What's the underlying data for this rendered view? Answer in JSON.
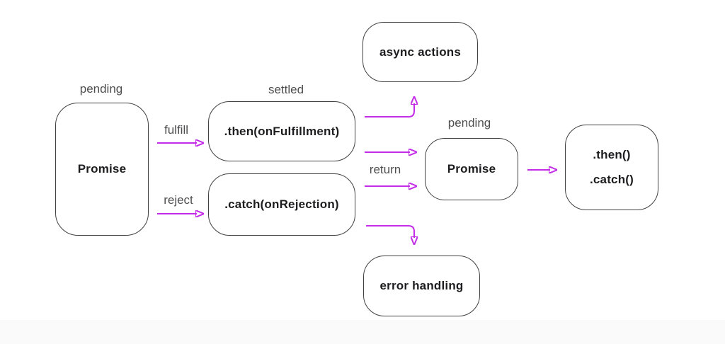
{
  "colors": {
    "arrow": "#c32de8",
    "border": "#414141",
    "box_text": "#1d1d1f",
    "annotation_text": "#4e4e50",
    "background": "#ffffff"
  },
  "nodes": {
    "promise1": {
      "label": "Promise"
    },
    "then_fulfillment": {
      "label": ".then(onFulfillment)"
    },
    "catch_rejection": {
      "label": ".catch(onRejection)"
    },
    "async_actions": {
      "label": "async actions"
    },
    "error_handling": {
      "label": "error handling"
    },
    "promise2": {
      "label": "Promise"
    },
    "chained_handlers": {
      "then_label": ".then()",
      "catch_label": ".catch()"
    }
  },
  "annotations": {
    "pending_left": "pending",
    "settled": "settled",
    "fulfill": "fulfill",
    "reject": "reject",
    "return": "return",
    "pending_right": "pending"
  }
}
